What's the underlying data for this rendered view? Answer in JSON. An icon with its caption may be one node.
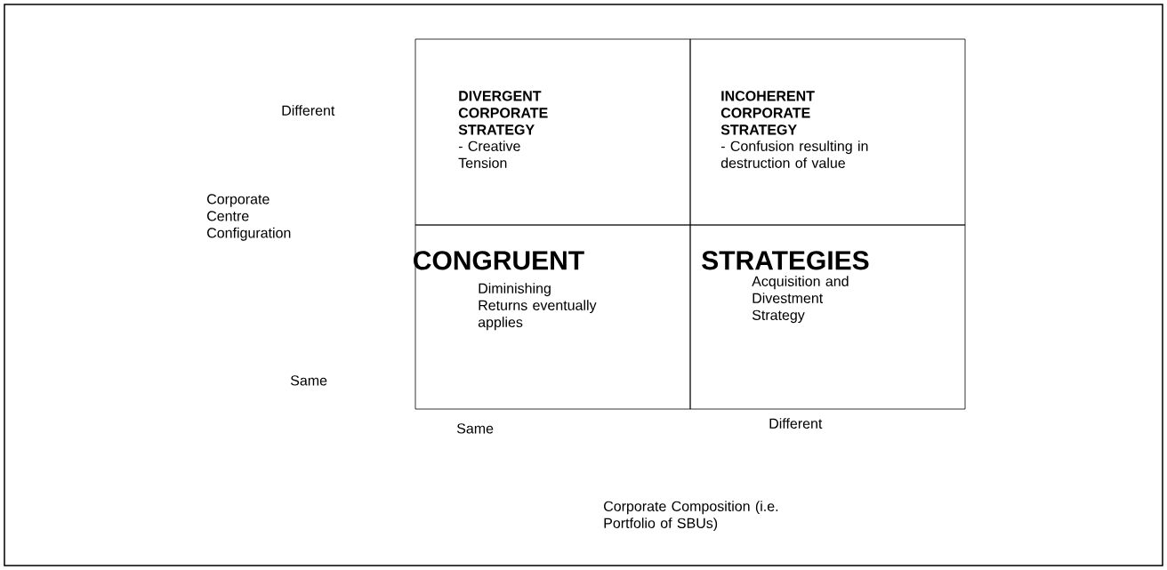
{
  "diagram": {
    "nodes": [
      {
        "text": [
          "DIVERGENT CORPORATE STRATEGY",
          "- Creative Tension"
        ]
      },
      {
        "text": [
          "INCOHERENT CORPORATE STRATEGY",
          "- Confusion resulting in destruction of value"
        ]
      },
      {
        "text": [
          "Diminishing Returns eventually applies"
        ]
      },
      {
        "text": [
          "Acquisition and Divestment Strategy"
        ]
      }
    ],
    "labels": [
      "Different",
      "Corporate Centre Configuration",
      "CONGRUENT",
      "STRATEGIES",
      "Same",
      "Same",
      "Different",
      "Corporate Composition (i.e. Portfolio of SBUs)"
    ]
  }
}
